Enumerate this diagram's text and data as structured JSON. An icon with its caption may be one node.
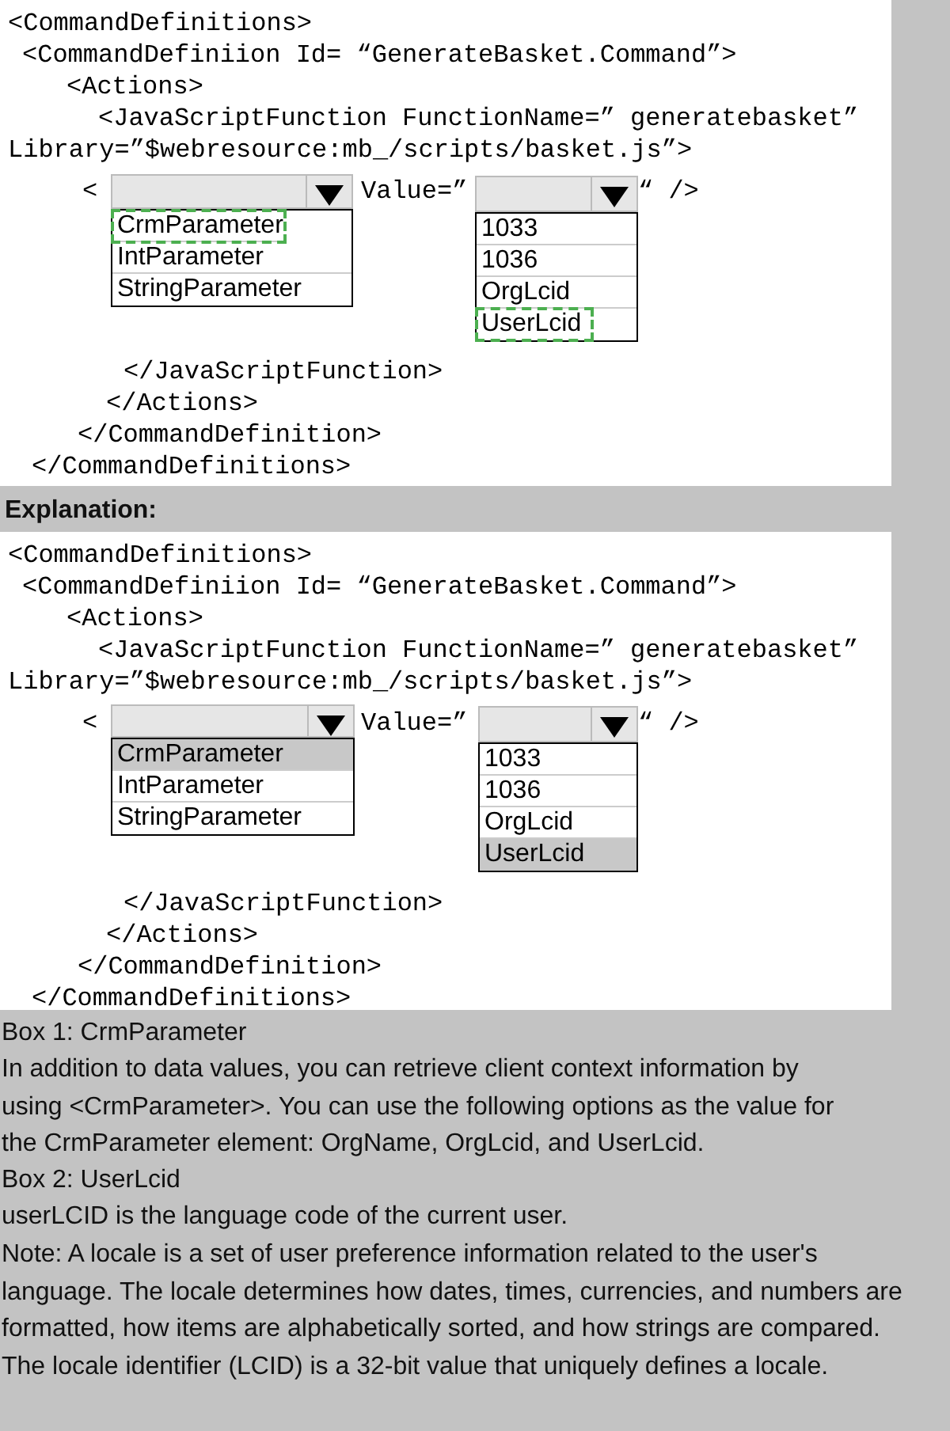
{
  "diagram": {
    "nodes": [
      {
        "text": [
          "<CommandDefinitions>",
          "<CommandDefiniion Id= “GenerateBasket.Command”>",
          "<Actions>",
          "<JavaScriptFunction FunctionName=” generatebasket” Library=”$webresource:mb_/scripts/basket.js”>",
          "<",
          "Value=”",
          "“ />",
          "</JavaScriptFunction>",
          "</Actions>",
          "</CommandDefinition>",
          "</CommandDefinitions>"
        ]
      },
      {
        "text": [
          "CrmParameter",
          "IntParameter",
          "StringParameter"
        ],
        "in": 0
      },
      {
        "text": [
          "1033",
          "1036",
          "OrgLcid",
          "UserLcid"
        ],
        "in": 0
      },
      {
        "text": [
          "<CommandDefinitions>",
          "<CommandDefiniion Id= “GenerateBasket.Command”>",
          "<Actions>",
          "<JavaScriptFunction FunctionName=” generatebasket” Library=”$webresource:mb_/scripts/basket.js”>",
          "<",
          "Value=”",
          "“ />",
          "</JavaScriptFunction>",
          "</Actions>",
          "</CommandDefinition>",
          "</CommandDefinitions>"
        ]
      },
      {
        "text": [
          "CrmParameter",
          "IntParameter",
          "StringParameter"
        ],
        "in": 3
      },
      {
        "text": [
          "1033",
          "1036",
          "OrgLcid",
          "UserLcid"
        ],
        "in": 3
      }
    ],
    "labels": [
      "Explanation:",
      "Box 1: CrmParameter",
      "In addition to data values, you can retrieve client context information by using <CrmParameter>. You can use the following options as the value for the CrmParameter element: OrgName, OrgLcid, and UserLcid.",
      "Box 2: UserLcid",
      "userLCID is the language code of the current user.",
      "Note: A locale is a set of user preference information related to the user's language. The locale determines how dates, times, currencies, and numbers are formatted, how items are alphabetically sorted, and how strings are compared. The locale identifier (LCID) is a 32-bit value that uniquely defines a locale."
    ]
  }
}
